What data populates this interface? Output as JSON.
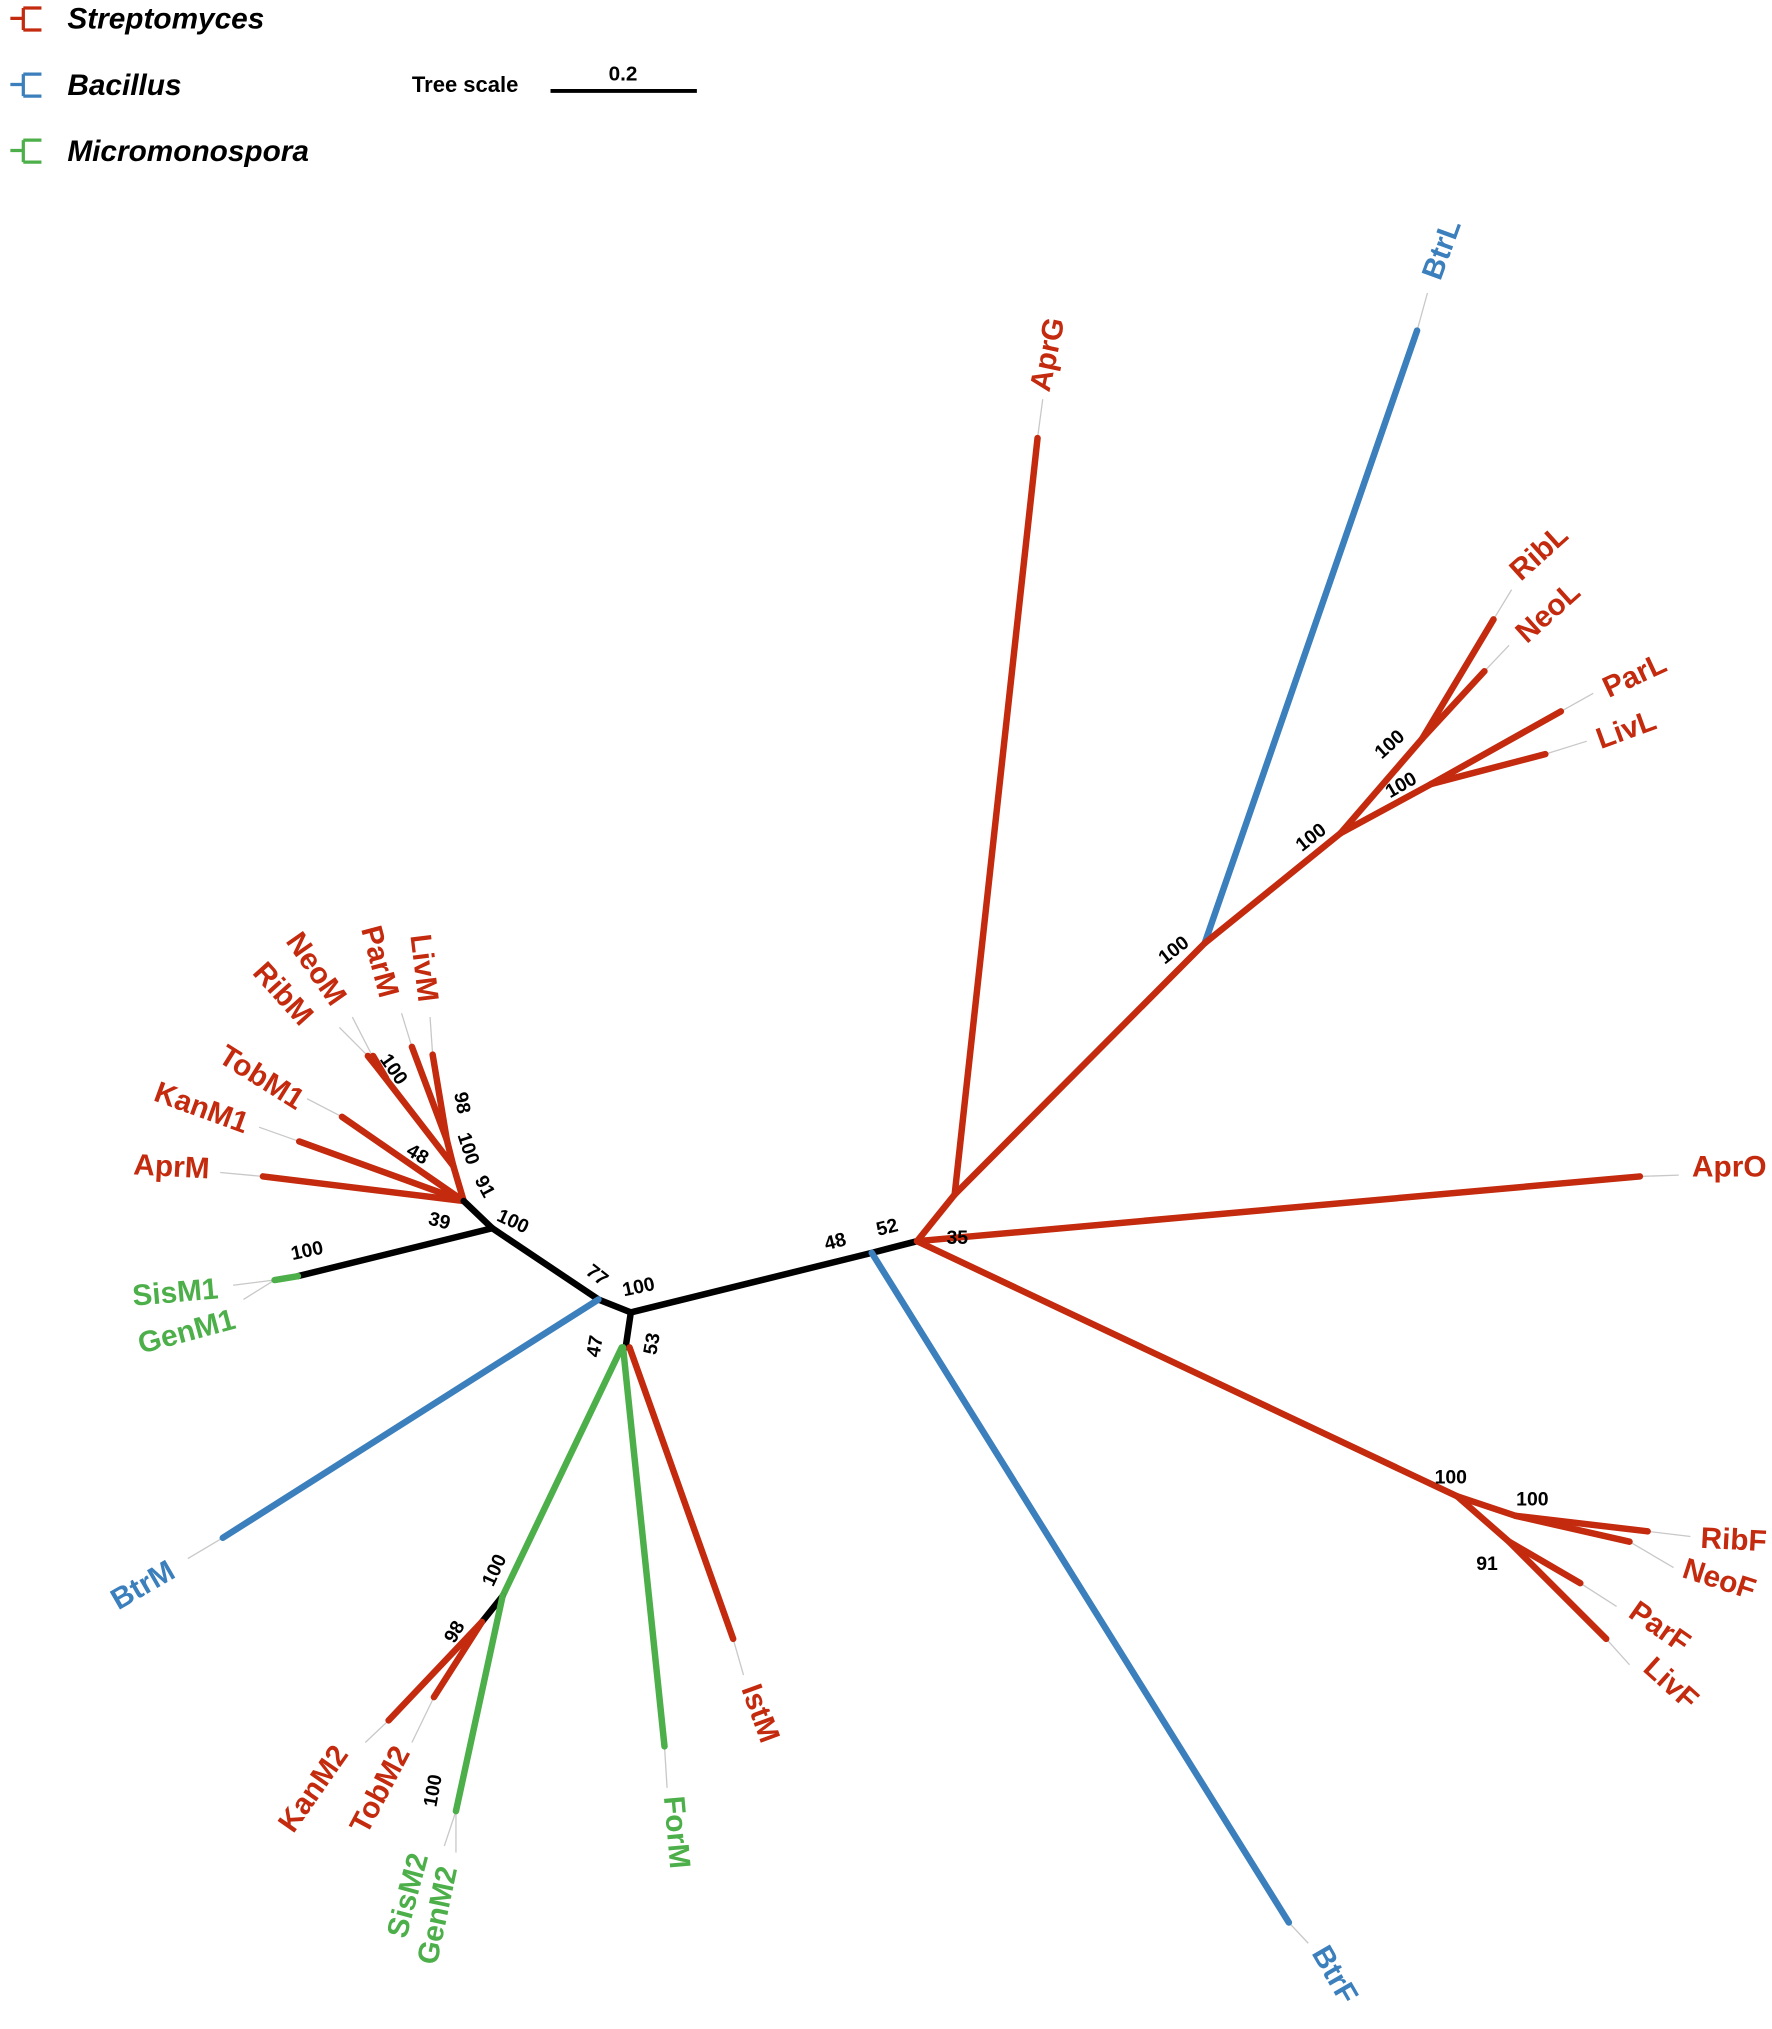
{
  "legend": {
    "items": [
      {
        "label": "Streptomyces",
        "color": "#c32a0e"
      },
      {
        "label": "Bacillus",
        "color": "#3b7fbd"
      },
      {
        "label": "Micromonospora",
        "color": "#4daf4a"
      }
    ]
  },
  "scale": {
    "label": "Tree scale",
    "value": "0.2"
  },
  "leaves": {
    "AprM": "AprM",
    "KanM1": "KanM1",
    "TobM1": "TobM1",
    "RibM": "RibM",
    "NeoM": "NeoM",
    "ParM": "ParM",
    "LivM": "LivM",
    "SisM1": "SisM1",
    "GenM1": "GenM1",
    "BtrM": "BtrM",
    "KanM2": "KanM2",
    "TobM2": "TobM2",
    "SisM2": "SisM2",
    "GenM2": "GenM2",
    "ForM": "ForM",
    "IstM": "IstM",
    "BtrF": "BtrF",
    "AprG": "AprG",
    "BtrL": "BtrL",
    "RibL": "RibL",
    "NeoL": "NeoL",
    "ParL": "ParL",
    "LivL": "LivL",
    "AprO": "AprO",
    "RibF": "RibF",
    "NeoF": "NeoF",
    "ParF": "ParF",
    "LivF": "LivF"
  },
  "bootstrap": {
    "ribneo_m": "100",
    "parliv_m": "98",
    "rnm_inner": "100",
    "inner91": "91",
    "tob_m": "48",
    "apr_m": "39",
    "m_clade": "100",
    "sisgen_m1": "100",
    "btrm": "77",
    "center": "100",
    "form": "47",
    "istm": "53",
    "m2_clade": "100",
    "kantob_m2": "98",
    "sisgen_m2": "100",
    "btrf": "48",
    "right": "52",
    "apro": "35",
    "btrl": "100",
    "l_clade": "100",
    "ribneo_l": "100",
    "parliv_l": "100",
    "f_clade": "100",
    "ribneo_f": "100",
    "parliv_f": "91"
  }
}
